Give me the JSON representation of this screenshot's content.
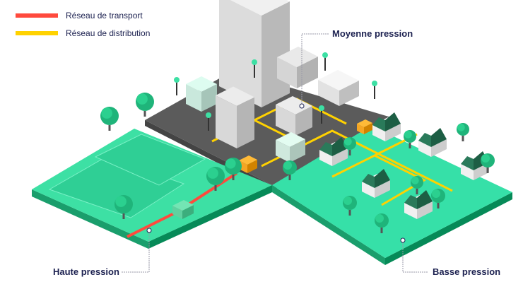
{
  "legend": [
    {
      "label": "Réseau de transport",
      "color": "#ff4a3d"
    },
    {
      "label": "Réseau de distribution",
      "color": "#ffd200"
    }
  ],
  "labels": {
    "high": "Haute pression",
    "medium": "Moyenne pression",
    "low": "Basse pression"
  },
  "colors": {
    "text": "#1c2150",
    "field": "#3de0a4",
    "field_dark": "#22b57f",
    "city": "#5b5b5b",
    "residential": "#36e0a8",
    "tree": "#1fb47a"
  }
}
